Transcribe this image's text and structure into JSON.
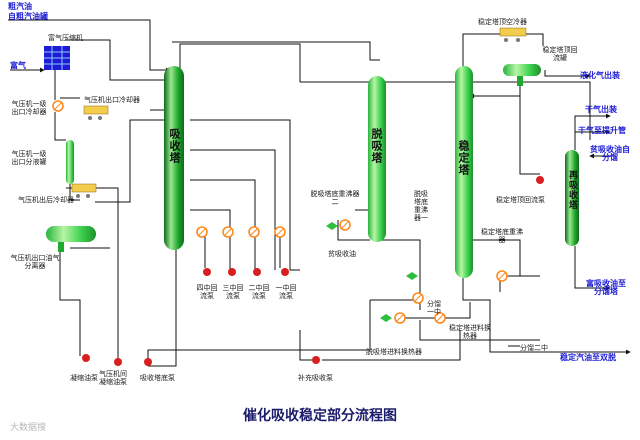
{
  "title": "催化吸收稳定部分流程图",
  "watermark": "大数据搜",
  "feeds": {
    "crude_gasoline": "粗汽油",
    "from_crude_gasoline_tank": "自粗汽油罐",
    "rich_gas": "富气"
  },
  "products": {
    "liquefied_gas": "液化气出装",
    "dry_gas_out": "干气出装",
    "dry_gas_to_lift_pipe": "干气至提升管",
    "lean_absorbent_from_fractionator": "贫吸收油自分馏",
    "rich_absorbent_to_fractionator": "富吸收油至分馏塔",
    "stabilized_gasoline_to_refining": "稳定汽油至双脱",
    "fractionator_2nd_mid": "分馏二中"
  },
  "columns": {
    "absorber": "吸收塔",
    "desorber": "脱吸塔",
    "stabilizer": "稳定塔",
    "reabsorber": "再吸收塔"
  },
  "equipment": {
    "rich_gas_compressor": "富气压缩机",
    "compressor_stage1_outlet_cooler": "气压机一级出口冷却器",
    "compressor_stage1_outlet_separator": "气压机一级出口分液罐",
    "compressor_outlet_cooler": "气压机出口冷却器",
    "compressor_aftercooler": "气压机出后冷却器",
    "compressor_outlet_separator": "气压机出口油气分离器",
    "stabilizer_top_condenser": "稳定塔顶空冷器",
    "stabilizer_top_reflux_drum": "稳定塔顶回流罐",
    "stabilizer_top_reflux_pump": "稳定塔顶回流泵",
    "desorber_reboiler_2": "脱吸塔底重沸器二",
    "desorber_reboiler_1": "脱吸塔底重沸器一",
    "lean_absorbent_oil": "贫吸收油",
    "stabilizer_bottom_reboiler": "稳定塔底重沸器",
    "fractionator_1st_mid": "分馏一中",
    "stabilizer_feed_exchanger": "稳定塔进料换热器",
    "desorber_feed_exchanger": "脱吸塔进料换热器",
    "condensate_pump": "凝缩油泵",
    "compressor_condensate_pump": "气压机间凝缩油泵",
    "absorber_bottom_pump": "吸收塔底泵",
    "makeup_absorbent_pump": "补充吸收泵",
    "intercooler_pump_4": "四中回流泵",
    "intercooler_pump_3": "三中回流泵",
    "intercooler_pump_2": "二中回流泵",
    "intercooler_pump_1": "一中回流泵"
  },
  "colors": {
    "column": "#1fa82f",
    "column_light": "#9be88e",
    "column_dark": "#0c6b1a",
    "pipe": "#111111",
    "product_text": "#1c1cd6",
    "pump": "#d81e1e",
    "compressor": "#1c1cd6",
    "exchanger": "#ff8a1c",
    "air_cooler": "#f2cc4a"
  },
  "icons": {
    "pump": "pump-icon",
    "heat_exchanger": "heat-exchanger-icon",
    "air_cooler": "air-cooler-icon",
    "compressor": "compressor-icon",
    "drum": "drum-icon",
    "valve": "control-valve-icon",
    "arrow": "flow-arrow-icon"
  }
}
